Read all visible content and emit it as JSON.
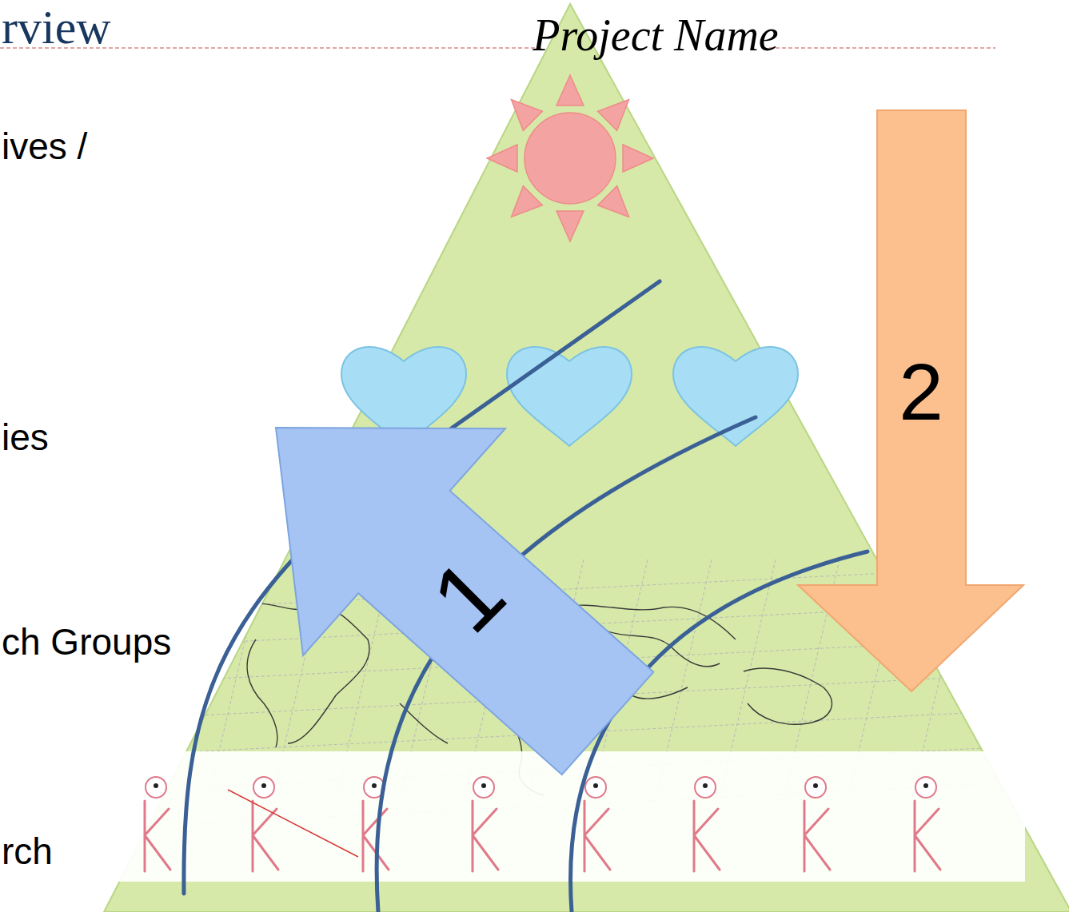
{
  "diagram": {
    "title": "rview",
    "nodes": [
      {
        "text": [
          "Project Name"
        ]
      },
      {
        "text": [
          "1"
        ],
        "in": 0
      },
      {
        "text": [
          "2"
        ],
        "in": 0
      }
    ],
    "labels": [
      "ives /",
      "ies",
      "ch Groups",
      "rch"
    ]
  }
}
